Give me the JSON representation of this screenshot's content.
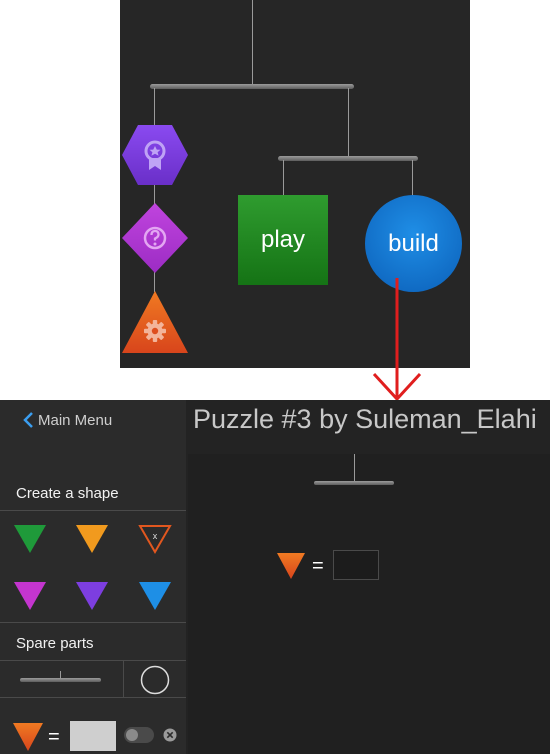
{
  "main_menu": {
    "play_label": "play",
    "build_label": "build"
  },
  "puzzle": {
    "back_label": "Main Menu",
    "title": "Puzzle #3 by Suleman_Elahi",
    "create_shape_label": "Create a shape",
    "spare_parts_label": "Spare parts",
    "equals": "=",
    "x_mark": "x"
  },
  "colors": {
    "panel_bg": "#262626",
    "play_green": "#2f9c2f",
    "build_blue": "#1f8ee6",
    "hexagon_purple": "#7d3ee0",
    "diamond_magenta": "#b53ad6",
    "triangle_orange": "#e2571f",
    "arrow_red": "#e01e1e"
  },
  "icons": [
    "back-chevron-icon",
    "award-icon",
    "question-icon",
    "gear-icon",
    "close-icon"
  ]
}
